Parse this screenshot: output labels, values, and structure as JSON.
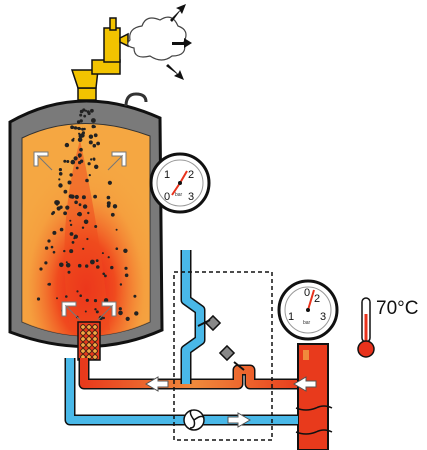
{
  "thermometer": {
    "reading": "70°C"
  },
  "gauge_tank": {
    "scale": [
      "0",
      "1",
      "2",
      "3"
    ],
    "unit": "bar"
  },
  "gauge_circuit": {
    "scale": [
      "0",
      "1",
      "2",
      "3"
    ],
    "unit": "bar"
  },
  "colors": {
    "tank_shell": "#777777",
    "tank_inside": "#f5a742",
    "hot_core": "#e8321c",
    "hot_pipe": "#e83a1c",
    "cold_pipe": "#49b8e8",
    "valve_yellow": "#f2c300",
    "arrow_white": "#ffffff"
  },
  "icons": [
    "safety-valve-icon",
    "steam-cloud-icon",
    "pressure-gauge-icon",
    "thermometer-icon",
    "pump-icon",
    "hand-valve-icon"
  ]
}
